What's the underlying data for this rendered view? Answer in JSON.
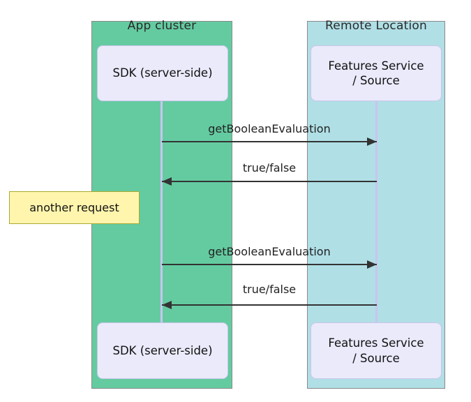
{
  "diagram_type": "sequence-diagram",
  "participants": [
    {
      "region_label": "App cluster",
      "actor_top": "SDK (server-side)",
      "actor_bottom": "SDK (server-side)"
    },
    {
      "region_label": "Remote Location",
      "actor_top": "Features Service\n/ Source",
      "actor_bottom": "Features Service\n/ Source"
    }
  ],
  "messages": [
    {
      "label": "getBooleanEvaluation",
      "direction": "right",
      "from": "SDK (server-side)",
      "to": "Features Service / Source"
    },
    {
      "label": "true/false",
      "direction": "left",
      "from": "Features Service / Source",
      "to": "SDK (server-side)"
    },
    {
      "label": "getBooleanEvaluation",
      "direction": "right",
      "from": "SDK (server-side)",
      "to": "Features Service / Source"
    },
    {
      "label": "true/false",
      "direction": "left",
      "from": "Features Service / Source",
      "to": "SDK (server-side)"
    }
  ],
  "note": {
    "text": "another request"
  },
  "colors": {
    "app_cluster_fill": "#64CBA1",
    "remote_location_fill": "#B0DFE6",
    "region_border": "#8A8A8A",
    "actor_fill": "#EAEAFB",
    "actor_border": "#CCC6EA",
    "lifeline": "#C9C5EF",
    "arrow": "#333333",
    "note_fill": "#FFF5AD",
    "note_border": "#AAAA33",
    "background": "#FFFFFF"
  }
}
